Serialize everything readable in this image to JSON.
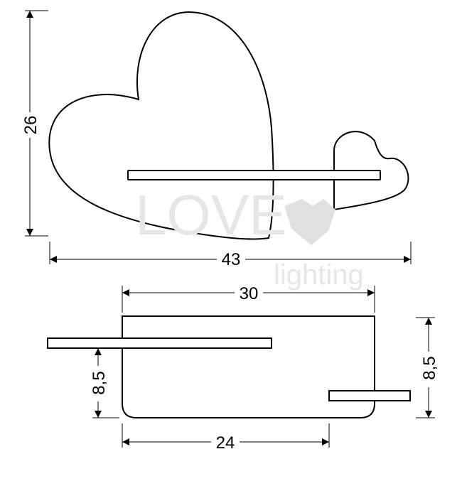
{
  "dimensions": {
    "height": "26",
    "width": "43",
    "box_width": "30",
    "shelf_depth_right": "8,5",
    "shelf_depth_left": "8,5",
    "shelf_offset": "24"
  },
  "watermark": {
    "brand": "LOVE",
    "sub": "lighting"
  },
  "colors": {
    "line": "#000000",
    "watermark": "#e6e6e6"
  }
}
